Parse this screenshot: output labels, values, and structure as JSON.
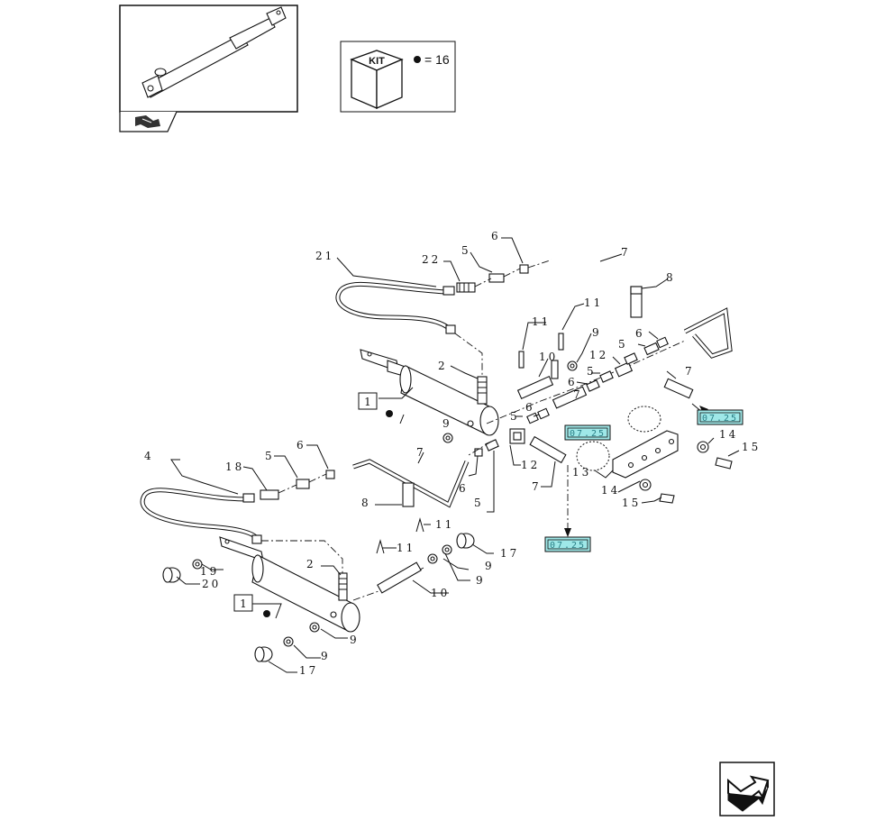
{
  "kit": {
    "label": "KIT",
    "equals": "= 16"
  },
  "references": {
    "ref_a": "07.25",
    "ref_b": "07.25",
    "ref_c": "07.25"
  },
  "boxed_labels": {
    "upper_cylinder": "1",
    "lower_cylinder": "1"
  },
  "callouts": {
    "c21": "21",
    "c22": "22",
    "c5a": "5",
    "c6a": "6",
    "c7a": "7",
    "c8a": "8",
    "c11a": "11",
    "c11b": "11",
    "c9a": "9",
    "c10a": "10",
    "c2a": "2",
    "c6b": "6",
    "c5b": "5",
    "c12a": "12",
    "c5c": "5",
    "c7b": "7",
    "c6c": "6",
    "c7c": "7",
    "c6d": "6",
    "c5d": "5",
    "c12b": "12",
    "c7d": "7",
    "c9b": "9",
    "c4": "4",
    "c18": "18",
    "c5e": "5",
    "c6e": "6",
    "c7e": "7",
    "c6f": "6",
    "c5f": "5",
    "c8b": "8",
    "c13": "13",
    "c14a": "14",
    "c15a": "15",
    "c14b": "14",
    "c15b": "15",
    "c11c": "11",
    "c11d": "11",
    "c17a": "17",
    "c9c": "9",
    "c9d": "9",
    "c10b": "10",
    "c2b": "2",
    "c19": "19",
    "c20": "20",
    "c9e": "9",
    "c9f": "9",
    "c17b": "17"
  }
}
